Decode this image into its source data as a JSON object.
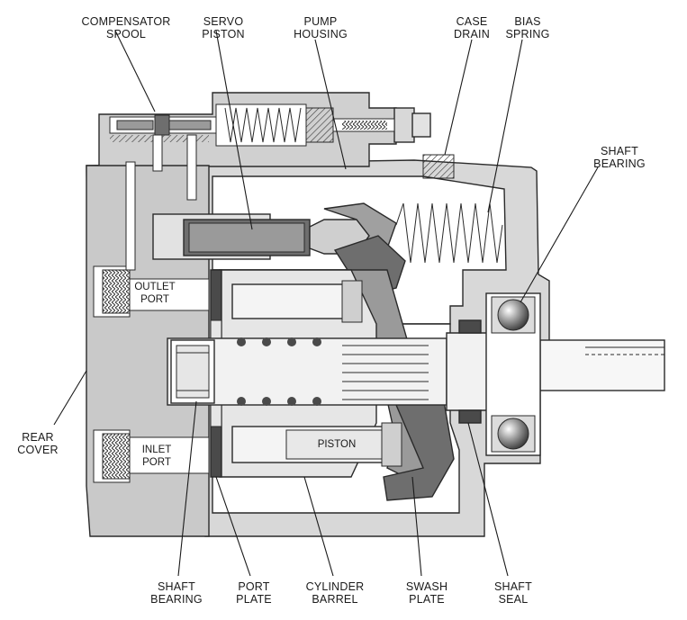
{
  "labels": {
    "compensator_spool": [
      "COMPENSATOR",
      "SPOOL"
    ],
    "servo_piston": [
      "SERVO",
      "PISTON"
    ],
    "pump_housing": [
      "PUMP",
      "HOUSING"
    ],
    "case_drain": [
      "CASE",
      "DRAIN"
    ],
    "bias_spring": [
      "BIAS",
      "SPRING"
    ],
    "shaft_bearing_right": [
      "SHAFT",
      "BEARING"
    ],
    "outlet_port": [
      "OUTLET",
      "PORT"
    ],
    "inlet_port": [
      "INLET",
      "PORT"
    ],
    "piston": "PISTON",
    "rear_cover": [
      "REAR",
      "COVER"
    ],
    "shaft_bearing_bottom": [
      "SHAFT",
      "BEARING"
    ],
    "port_plate": [
      "PORT",
      "PLATE"
    ],
    "cylinder_barrel": [
      "CYLINDER",
      "BARREL"
    ],
    "swash_plate": [
      "SWASH",
      "PLATE"
    ],
    "shaft_seal": [
      "SHAFT",
      "SEAL"
    ]
  },
  "colors": {
    "housing": "#d8d8d8",
    "cover": "#c9c9c9",
    "cavity": "#ffffff",
    "dark_part": "#6e6e6e",
    "mid_part": "#a9a9a9",
    "light_part": "#ececec",
    "outline": "#2a2a2a"
  }
}
